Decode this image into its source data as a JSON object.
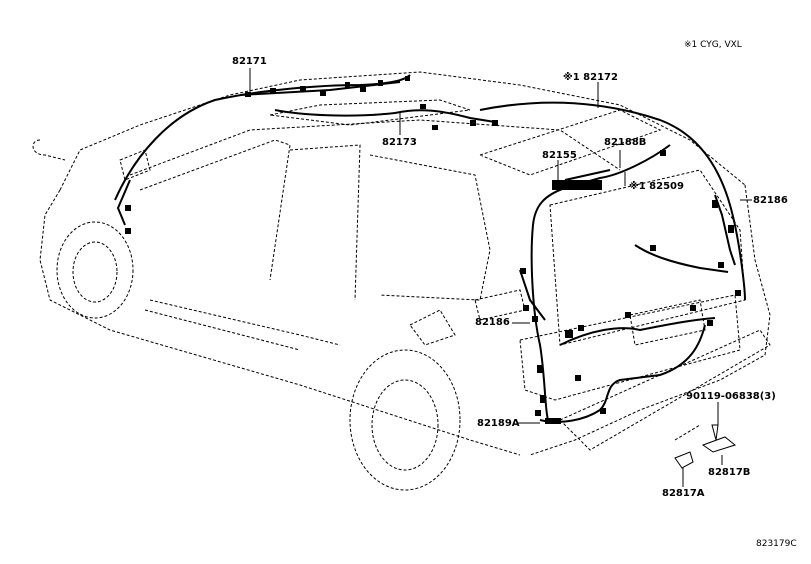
{
  "header": {
    "note": "※1 CYG, VXL"
  },
  "labels": {
    "p82171": "82171",
    "p82172": "※1 82172",
    "p82173": "82173",
    "p82155": "82155",
    "p82188B": "82188B",
    "p82509": "※1 82509",
    "p82186_right": "82186",
    "p82186_left": "82186",
    "p90119": "90119-06838(3)",
    "p82189A": "82189A",
    "p82817B": "82817B",
    "p82817A": "82817A"
  },
  "footer": {
    "code": "823179C"
  }
}
